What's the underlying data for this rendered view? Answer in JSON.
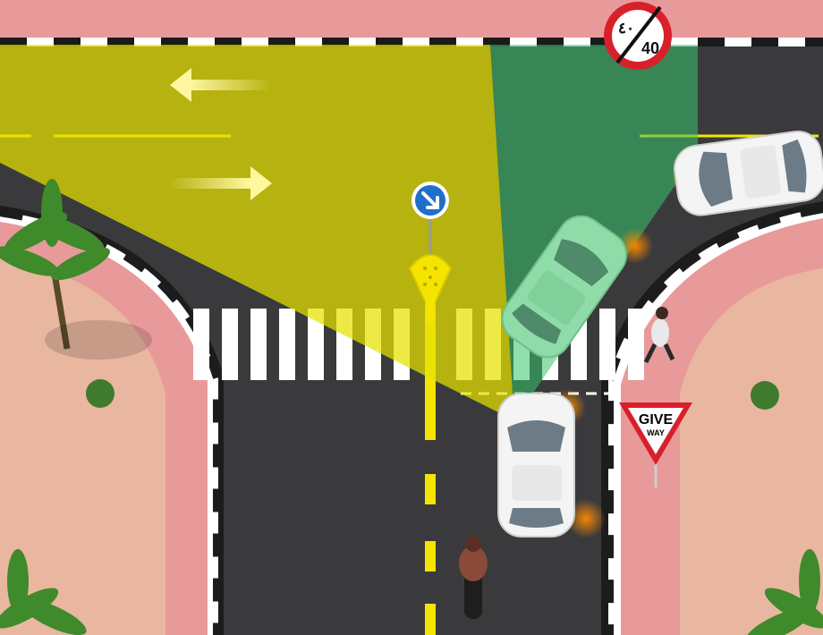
{
  "speed_limit_sign": {
    "arabic_value": "٤٠",
    "western_value": "40",
    "ring_color": "#d8202a",
    "slash_color": "#111111"
  },
  "give_way_sign": {
    "line1": "GIVE",
    "line2": "WAY",
    "border_color": "#d8202a"
  },
  "keep_right_sign": {
    "icon": "arrow-down-right-icon",
    "color": "#1e6fc9"
  },
  "colors": {
    "road": "#3a3a3c",
    "sidewalk": "#e89a9a",
    "sand": "#e9b7a0",
    "lane_yellow": "#f4e400",
    "crosswalk": "#ffffff",
    "driver_view_zone": "#e6e000",
    "blind_spot_zone": "#36c46a"
  }
}
